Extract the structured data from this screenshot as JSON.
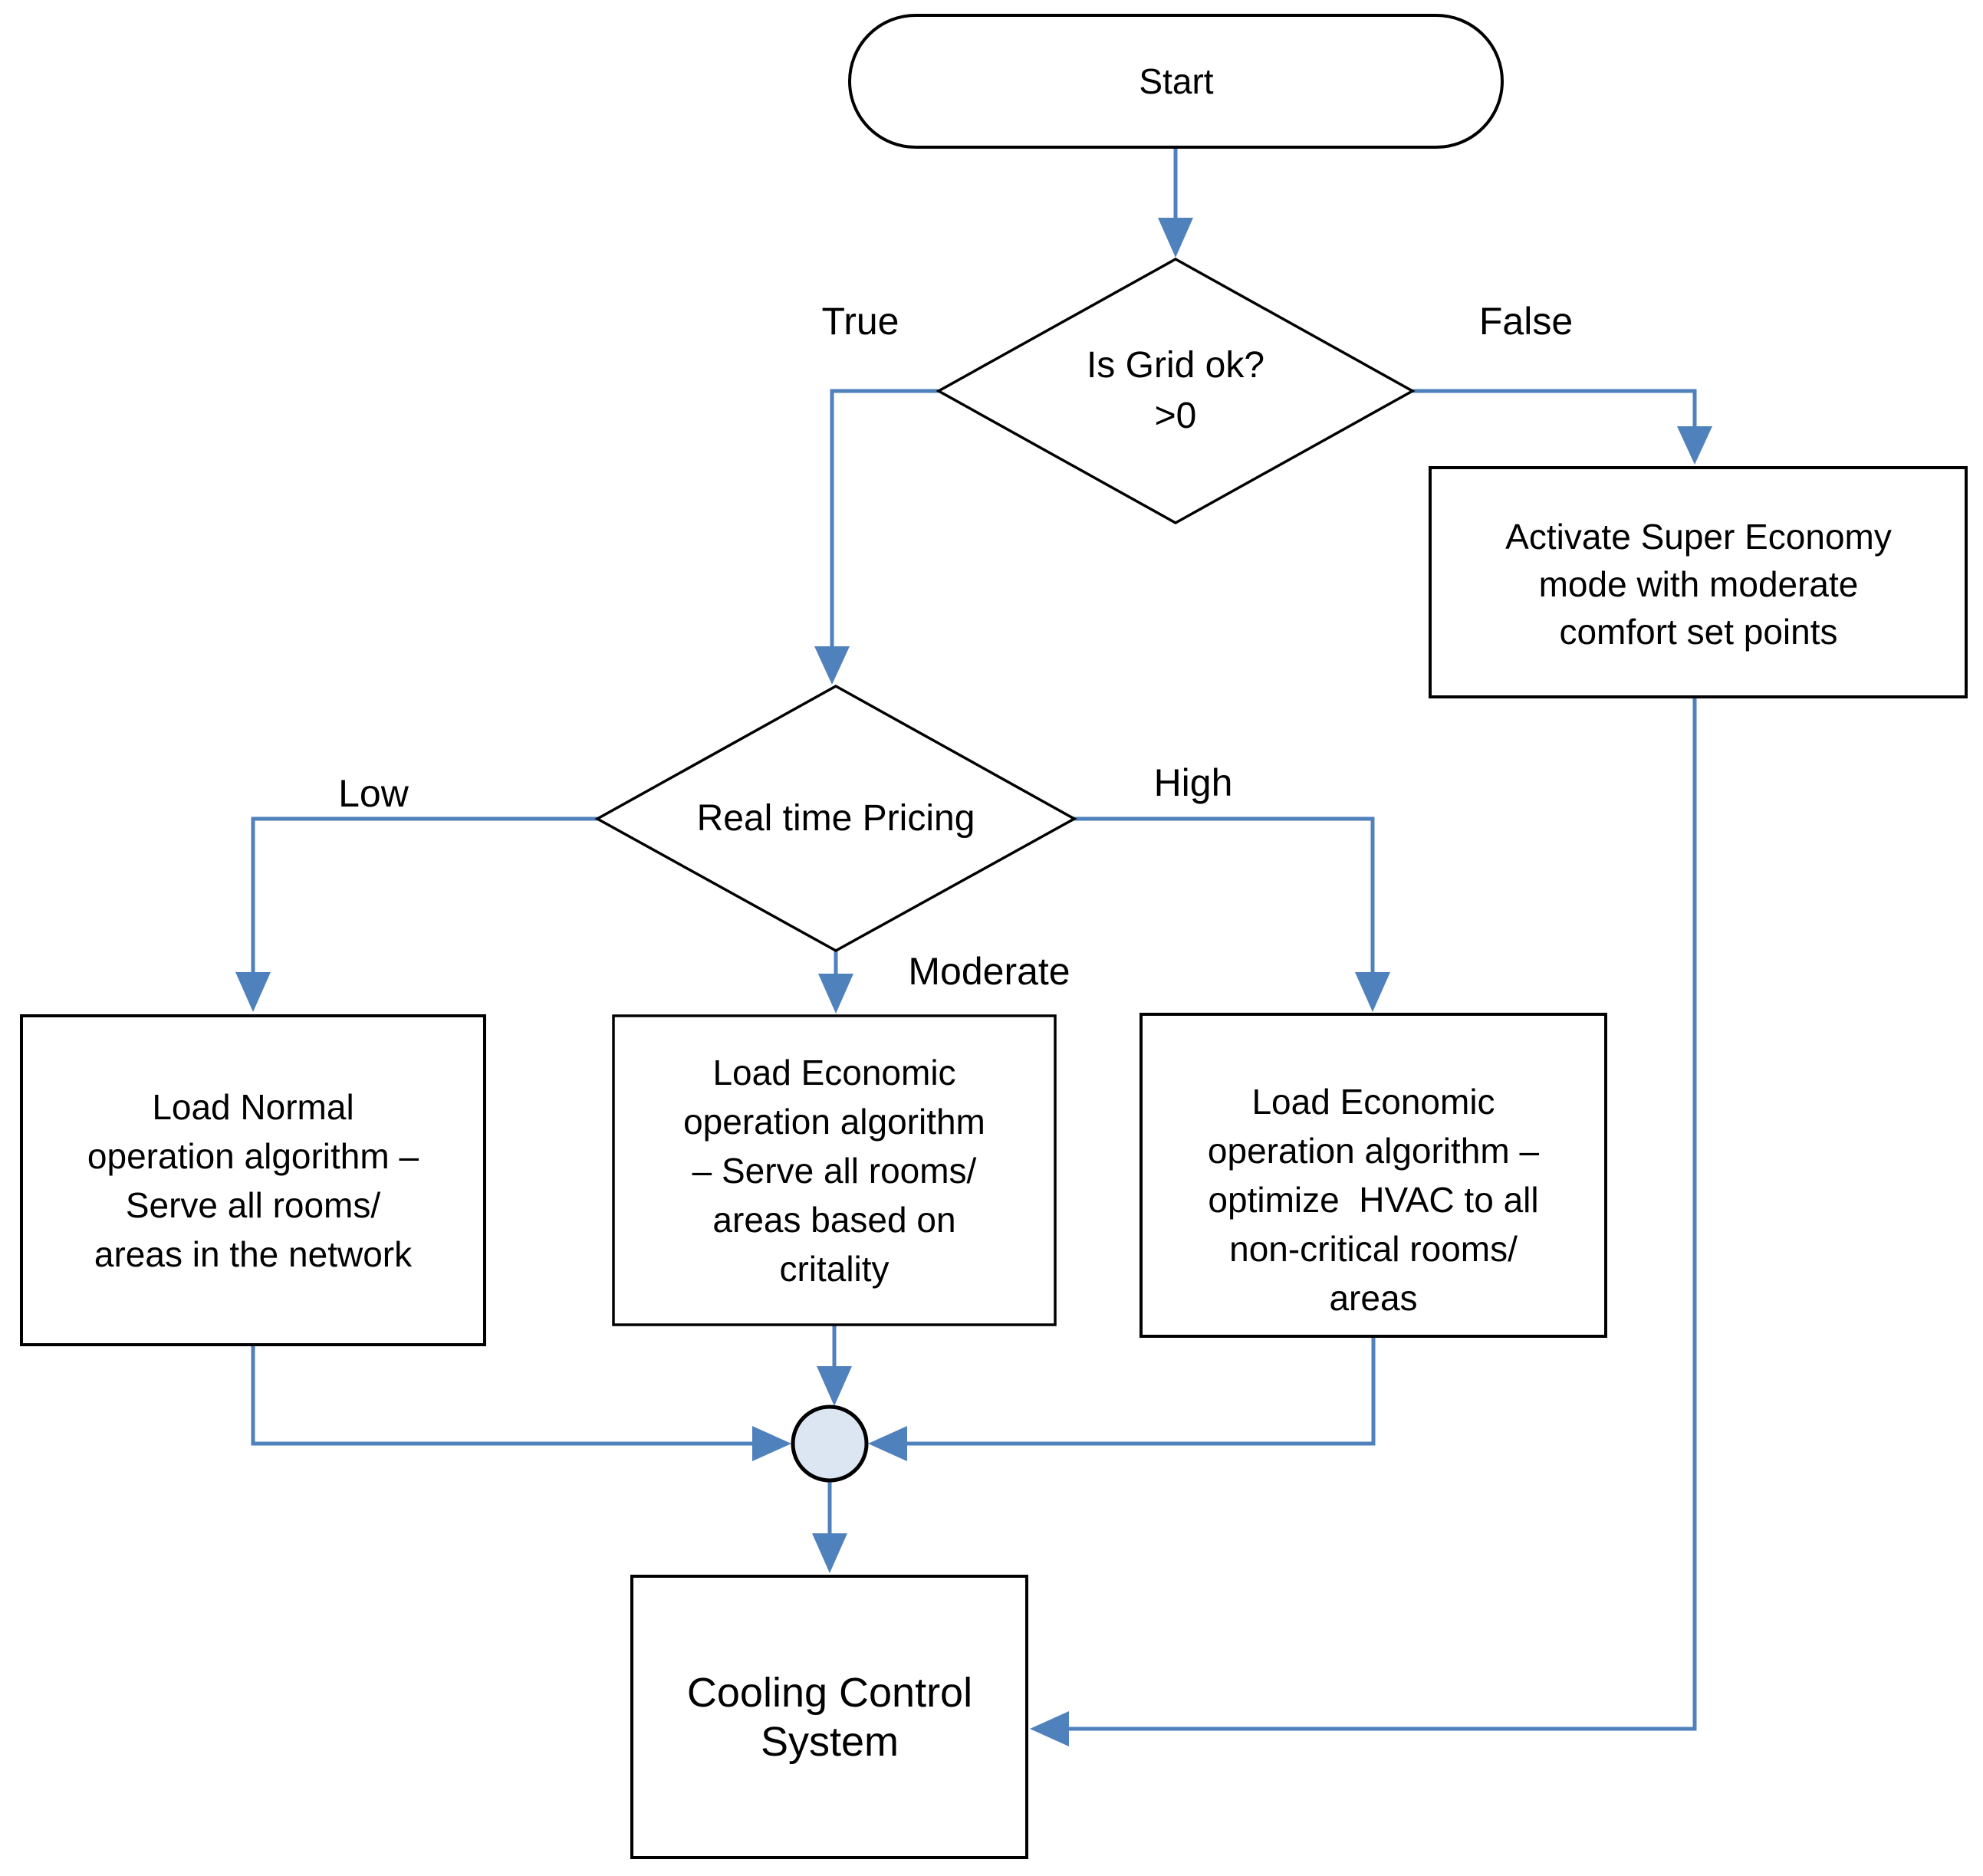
{
  "diagram": {
    "type": "flowchart",
    "colors": {
      "connector": "#4F81BD",
      "shape_border": "#000000",
      "shape_fill": "#FFFFFF",
      "merge_node_fill": "#DCE6F2",
      "text": "#000000",
      "background": "#FFFFFF"
    },
    "nodes": {
      "start": {
        "type": "terminator",
        "label": "Start"
      },
      "grid_ok_decision": {
        "type": "decision",
        "label": "Is Grid ok?\n>0"
      },
      "activate_super_economy": {
        "type": "process",
        "label": "Activate Super Economy\nmode with moderate\ncomfort set points"
      },
      "real_time_pricing_decision": {
        "type": "decision",
        "label": "Real time Pricing"
      },
      "load_normal": {
        "type": "process",
        "label": "Load Normal\noperation algorithm –\nServe all rooms/\nareas in the network"
      },
      "load_economic_criticality": {
        "type": "process",
        "label": "Load Economic\noperation algorithm\n– Serve all rooms/\nareas based on\ncritality"
      },
      "load_economic_noncritical": {
        "type": "process",
        "label": "Load Economic\noperation algorithm –\noptimize  HVAC to all\nnon-critical rooms/\nareas"
      },
      "merge_connector": {
        "type": "connector",
        "label": ""
      },
      "cooling_control_system": {
        "type": "process",
        "label": "Cooling Control\nSystem"
      }
    },
    "edge_labels": {
      "true": "True",
      "false": "False",
      "low": "Low",
      "high": "High",
      "moderate": "Moderate"
    }
  }
}
